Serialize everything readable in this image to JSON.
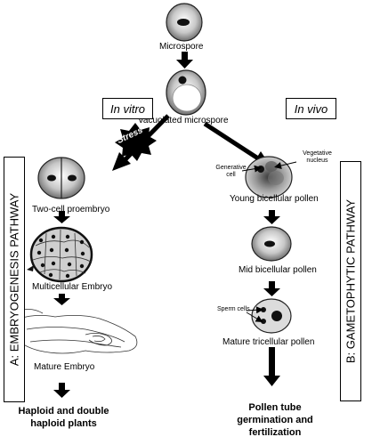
{
  "labels": {
    "microspore": "Microspore",
    "vacuolated": "Vacuolated microspore",
    "in_vitro": "In vitro",
    "in_vivo": "In vivo",
    "stress": "Stress",
    "two_cell": "Two-cell proembryo",
    "multicellular": "Multicellular Embryo",
    "mature_embryo": "Mature Embryo",
    "haploid_line1": "Haploid and double",
    "haploid_line2": "haploid plants",
    "generative": "Generative cell",
    "vegetative": "Vegetative nucleus",
    "young_bicellular": "Young bicellular pollen",
    "mid_bicellular": "Mid bicellular pollen",
    "sperm": "Sperm cells",
    "mature_tricellular": "Mature tricellular pollen",
    "pollen_line1": "Pollen tube",
    "pollen_line2": "germination and",
    "pollen_line3": "fertilization",
    "pathway_a": "A: EMBRYOGENESIS PATHWAY",
    "pathway_b": "B: GAMETOPHYTIC PATHWAY"
  }
}
